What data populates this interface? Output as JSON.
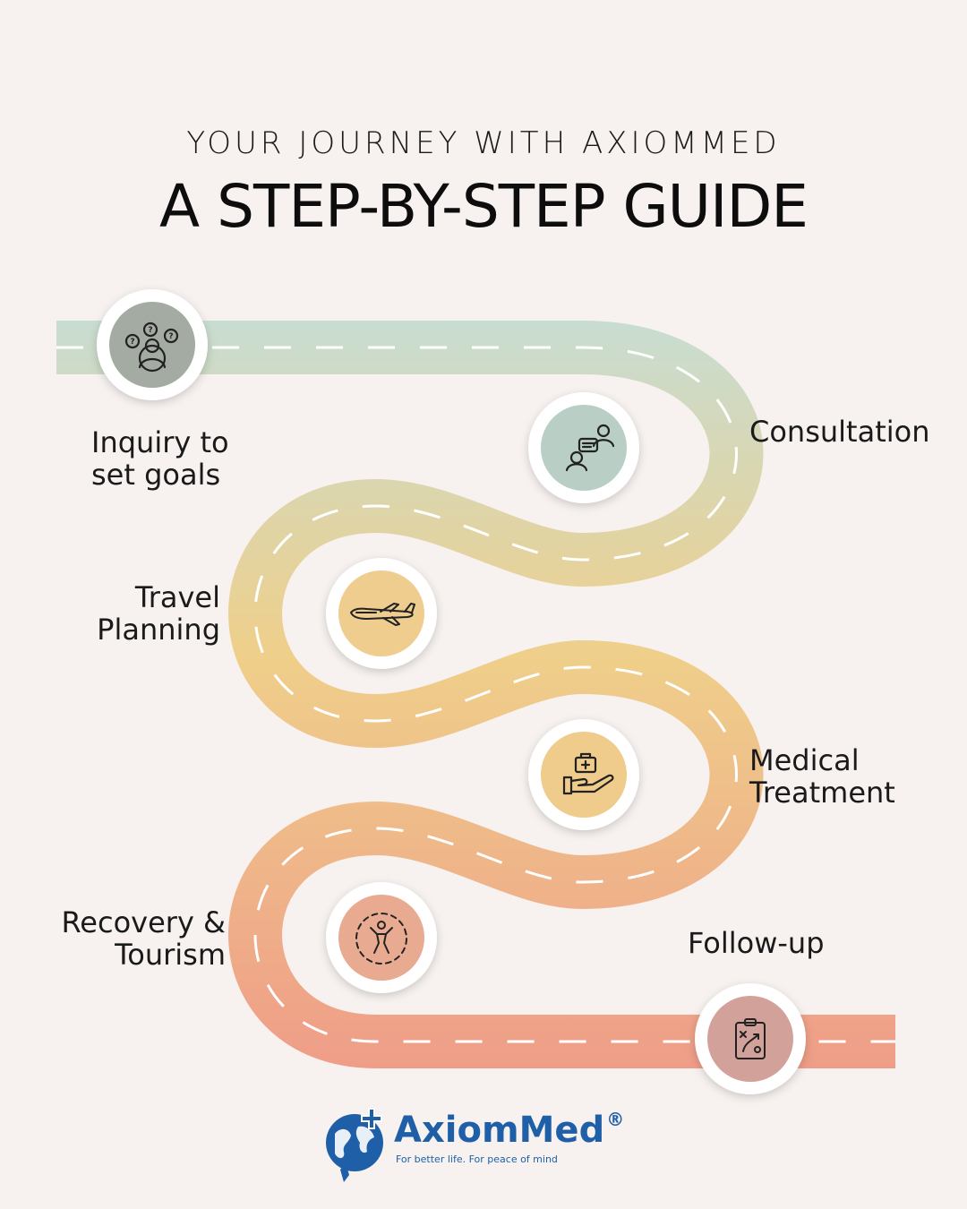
{
  "header": {
    "subtitle": "YOUR JOURNEY WITH AXIOMMED",
    "title": "A STEP-BY-STEP GUIDE"
  },
  "steps": [
    {
      "label": "Inquiry to\nset goals",
      "icon": "people-questions-icon"
    },
    {
      "label": "Consultation",
      "icon": "consultation-chat-icon"
    },
    {
      "label": "Travel\nPlanning",
      "icon": "airplane-icon"
    },
    {
      "label": "Medical\nTreatment",
      "icon": "hand-medkit-icon"
    },
    {
      "label": "Recovery &\nTourism",
      "icon": "recovery-person-icon"
    },
    {
      "label": "Follow-up",
      "icon": "clipboard-strategy-icon"
    }
  ],
  "colors": {
    "background": "#f7f2ef",
    "road_start": "#c7ddd3",
    "road_mid": "#efcf8a",
    "road_end": "#ef9c88",
    "brand": "#1f5fa8"
  },
  "brand": {
    "name": "AxiomMed",
    "registered": "®",
    "tagline": "For better life. For peace of mind"
  }
}
